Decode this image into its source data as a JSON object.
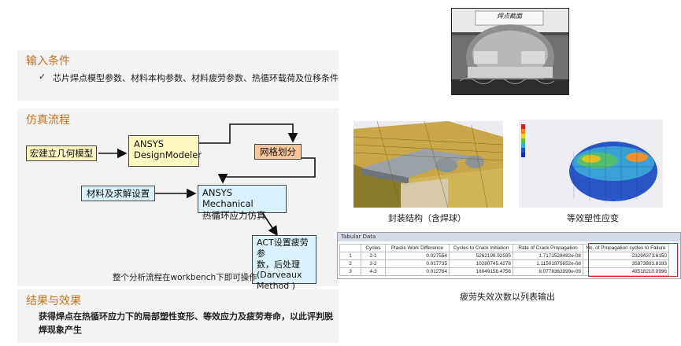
{
  "input": {
    "title": "输入条件",
    "check": "✓",
    "item": "芯片焊点模型参数、材料本构参数、材料疲劳参数、热循环载荷及位移条件"
  },
  "flow": {
    "title": "仿真流程",
    "nodes": {
      "geometry": "宏建立几何模型",
      "designmodeler_1": "ANSYS",
      "designmodeler_2": "DesignModeler",
      "mesh": "网格划分",
      "material": "材料及求解设置",
      "mechanical_1": "ANSYS Mechanical",
      "mechanical_2": "热循环应力仿真",
      "act_1": "ACT设置疲劳参",
      "act_2": "数，后处理",
      "act_3": "(Darveaux",
      "act_4": "Method )"
    },
    "note": "整个分析流程在workbench下即可操作"
  },
  "result": {
    "title": "结果与效果",
    "line1": "获得焊点在热循环应力下的局部塑性变形、等效应力及疲劳寿命，以此评判脱",
    "line2": "焊现象产生"
  },
  "images": {
    "micrograph_label": "焊点截面",
    "package_caption": "封装结构（含焊球）",
    "strain_caption": "等效塑性应变"
  },
  "table": {
    "title": "Tabular Data",
    "headers": [
      "",
      "Cycles",
      "Plastic Work Difference",
      "Cycles to Crack Initiation",
      "Rate of Crack Propagation",
      "No. of Propagation cycles to Failure"
    ],
    "rows": [
      [
        "1",
        "2-1",
        "0.027554",
        "5262199.92595",
        "1.7171528482e-08",
        "23294373.6150"
      ],
      [
        "2",
        "3-2",
        "0.017735",
        "10280745.4278",
        "1.11501975652e-08",
        "35873803.8193"
      ],
      [
        "3",
        "4-3",
        "0.012764",
        "16949156.4756",
        "8.0778363999e-09",
        "49518210.0996"
      ]
    ],
    "caption": "疲劳失效次数以列表输出"
  },
  "colors": {
    "section_title": "#c8741c",
    "highlight": "#e02020",
    "yellow_box": "#fff7bf",
    "orange_box": "#f9c69a",
    "blue_box": "#dbf1fb"
  }
}
